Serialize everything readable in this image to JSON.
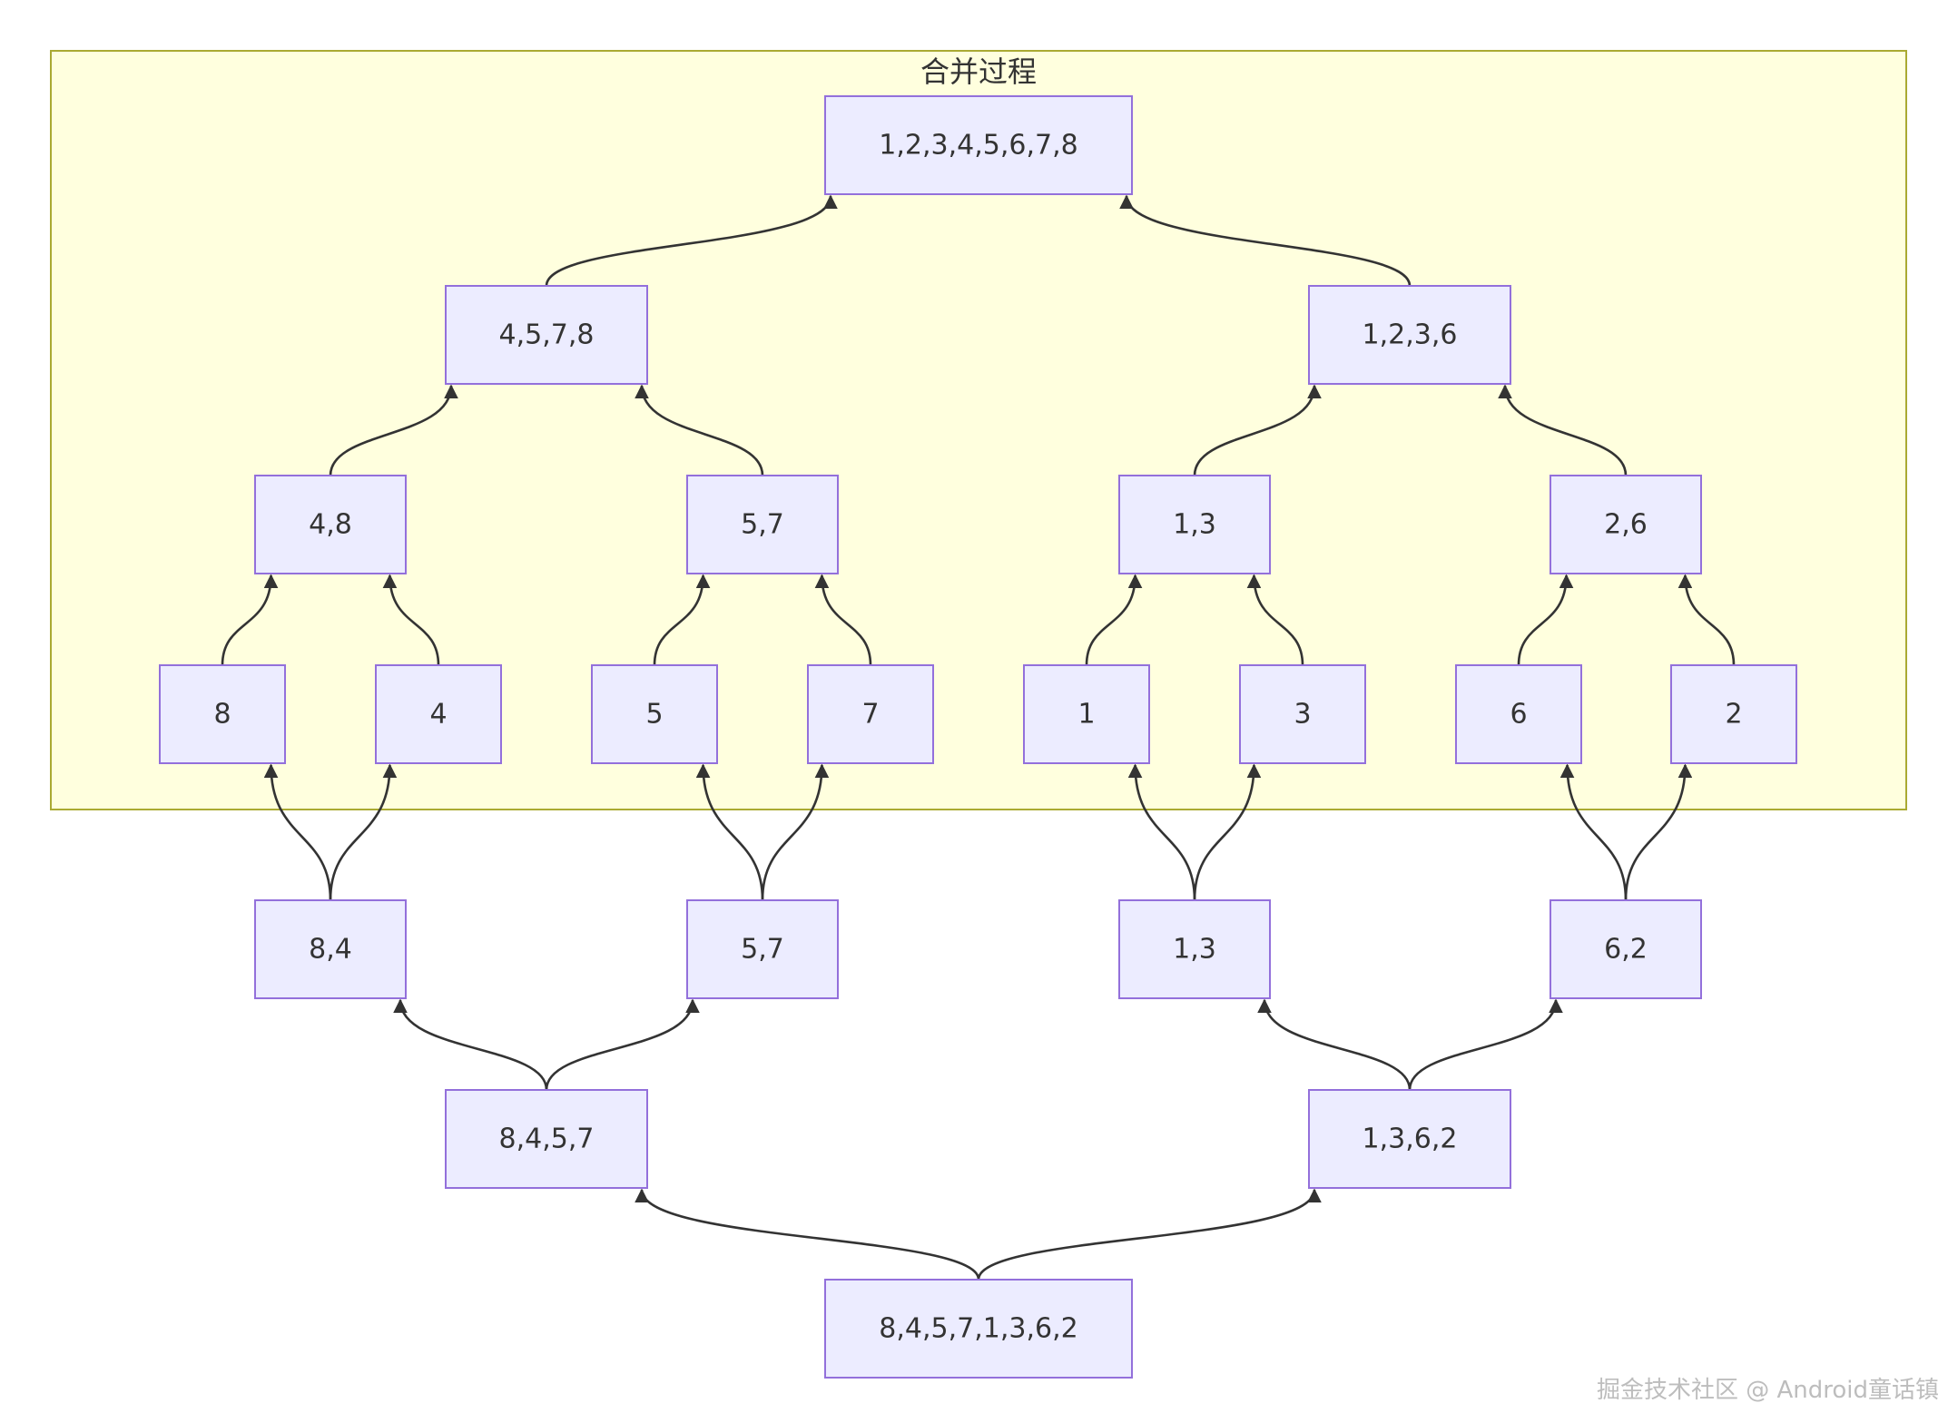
{
  "subgraph": {
    "title": "合并过程"
  },
  "colors": {
    "node_fill": "#ececff",
    "node_border": "#9370db",
    "subgraph_fill": "#ffffde",
    "subgraph_border": "#aaaa33",
    "edge": "#333333"
  },
  "nodes": {
    "root": "8,4,5,7,1,3,6,2",
    "split_left": "8,4,5,7",
    "split_right": "1,3,6,2",
    "split_84": "8,4",
    "split_57": "5,7",
    "split_13": "1,3",
    "split_62": "6,2",
    "leaf_8": "8",
    "leaf_4": "4",
    "leaf_5": "5",
    "leaf_7": "7",
    "leaf_1": "1",
    "leaf_3": "3",
    "leaf_6": "6",
    "leaf_2": "2",
    "merge_48": "4,8",
    "merge_57": "5,7",
    "merge_13": "1,3",
    "merge_26": "2,6",
    "merge_4578": "4,5,7,8",
    "merge_1236": "1,2,3,6",
    "final": "1,2,3,4,5,6,7,8"
  },
  "edges": [
    [
      "root",
      "split_left"
    ],
    [
      "root",
      "split_right"
    ],
    [
      "split_left",
      "split_84"
    ],
    [
      "split_left",
      "split_57"
    ],
    [
      "split_right",
      "split_13"
    ],
    [
      "split_right",
      "split_62"
    ],
    [
      "split_84",
      "leaf_8"
    ],
    [
      "split_84",
      "leaf_4"
    ],
    [
      "split_57",
      "leaf_5"
    ],
    [
      "split_57",
      "leaf_7"
    ],
    [
      "split_13",
      "leaf_1"
    ],
    [
      "split_13",
      "leaf_3"
    ],
    [
      "split_62",
      "leaf_6"
    ],
    [
      "split_62",
      "leaf_2"
    ],
    [
      "leaf_8",
      "merge_48"
    ],
    [
      "leaf_4",
      "merge_48"
    ],
    [
      "leaf_5",
      "merge_57"
    ],
    [
      "leaf_7",
      "merge_57"
    ],
    [
      "leaf_1",
      "merge_13"
    ],
    [
      "leaf_3",
      "merge_13"
    ],
    [
      "leaf_6",
      "merge_26"
    ],
    [
      "leaf_2",
      "merge_26"
    ],
    [
      "merge_48",
      "merge_4578"
    ],
    [
      "merge_57",
      "merge_4578"
    ],
    [
      "merge_13",
      "merge_1236"
    ],
    [
      "merge_26",
      "merge_1236"
    ],
    [
      "merge_4578",
      "final"
    ],
    [
      "merge_1236",
      "final"
    ]
  ],
  "watermark": "掘金技术社区 @ Android童话镇"
}
